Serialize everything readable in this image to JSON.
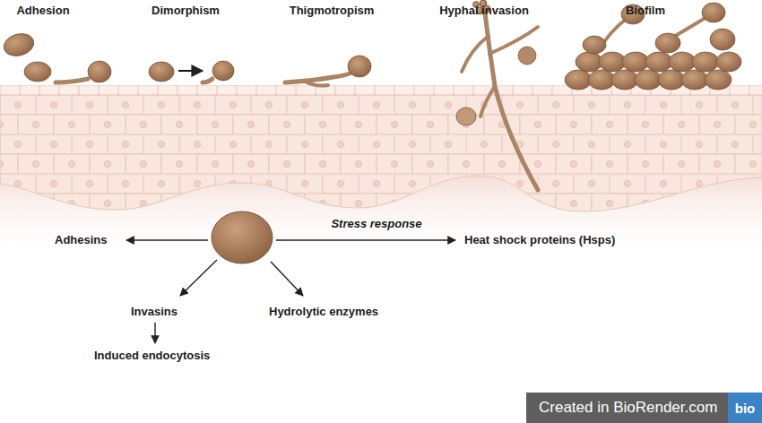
{
  "diagram": {
    "nodes": [
      {
        "text": [
          "Created in BioRender.com"
        ]
      },
      {
        "text": [
          "bio"
        ],
        "in": 0
      }
    ],
    "labels": [
      "Adhesion",
      "Dimorphism",
      "Thigmotropism",
      "Hyphal invasion",
      "Biofilm",
      "Stress response",
      "Adhesins",
      "Heat shock proteins (Hsps)",
      "Invasins",
      "Hydrolytic enzymes",
      "Induced endocytosis"
    ]
  }
}
